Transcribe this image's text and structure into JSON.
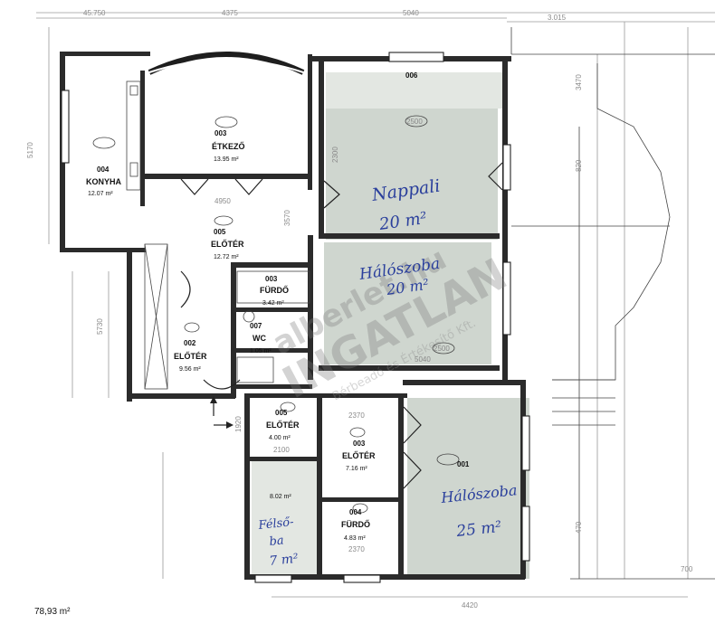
{
  "rooms": {
    "r006": {
      "number": "006"
    },
    "r003": {
      "number": "003",
      "name": "ÉTKEZŐ",
      "area": "13.95 m²"
    },
    "r004": {
      "number": "004",
      "name": "KONYHA",
      "area": "12.07 m²"
    },
    "r005a": {
      "number": "005",
      "name": "ELŐTÉR",
      "area": "12.72 m²"
    },
    "r003b": {
      "number": "003",
      "name": "FÜRDŐ",
      "area": "3.42 m²"
    },
    "r007": {
      "number": "007",
      "name": "WC",
      "area": "1.05 m²"
    },
    "r002": {
      "number": "002",
      "name": "ELŐTÉR",
      "area": "9.56 m²"
    },
    "r005b": {
      "number": "005",
      "name": "ELŐTÉR",
      "area": "4.00 m²"
    },
    "r003c": {
      "number": "003",
      "name": "ELŐTÉR",
      "area": "7.16 m²"
    },
    "r004b": {
      "number": "004",
      "name": "FÜRDŐ",
      "area": "4.83 m²"
    },
    "r001": {
      "number": "001"
    },
    "r_gallery": {
      "area": "8.02 m²"
    }
  },
  "handwriting": {
    "nappali_1": "Nappali",
    "nappali_2": "20 m²",
    "haloszoba1_1": "Hálószoba",
    "haloszoba1_2": "20 m²",
    "haloszoba2_1": "Hálószoba",
    "haloszoba2_2": "25 m²",
    "galeria_1": "Félső-",
    "galeria_2": "ba",
    "galeria_3": "7 m²"
  },
  "dimensions": {
    "top_left": "45.750",
    "top_middle": "4375",
    "top_right": "5040",
    "top_far": "3.015",
    "left_height": "5170",
    "left_lower": "5730",
    "mid_4950": "4950",
    "mid_2300": "2300",
    "mid_3570": "3570",
    "mid_5040": "5040",
    "mid_2370": "2370",
    "mid_2100": "2100",
    "mid_1920": "1920",
    "bot_2370": "2370",
    "bot_4420": "4420",
    "right_3470": "3470",
    "right_820": "820",
    "right_700": "700",
    "right_470": "470",
    "ceil_1": "2500",
    "ceil_2": "2500"
  },
  "watermark": {
    "line1": "alberlet.hu",
    "line2": "INGATLAN",
    "line3": "Bérbeadó és Értékesítő Kft."
  },
  "footer": {
    "total_area": "78,93 m²"
  }
}
